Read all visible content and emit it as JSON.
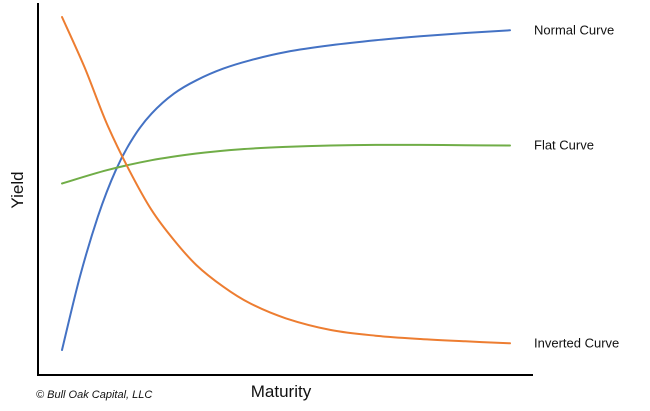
{
  "chart_data": {
    "type": "line",
    "xlabel": "Maturity",
    "ylabel": "Yield",
    "xlim": [
      0,
      100
    ],
    "ylim": [
      0,
      100
    ],
    "grid": false,
    "legend": "direct labels at line ends",
    "axis_tick_labels": false,
    "series": [
      {
        "name": "Normal Curve",
        "color": "#4472C4",
        "x": [
          0,
          4,
          8,
          12,
          16,
          20,
          25,
          30,
          36,
          42,
          50,
          60,
          70,
          80,
          90,
          100
        ],
        "y": [
          0,
          22,
          40,
          54,
          64,
          71,
          77,
          81,
          84.5,
          87,
          89.5,
          91.5,
          93,
          94.2,
          95.2,
          96
        ]
      },
      {
        "name": "Flat Curve",
        "color": "#70AD47",
        "x": [
          0,
          10,
          20,
          30,
          40,
          50,
          60,
          70,
          80,
          90,
          100
        ],
        "y": [
          50,
          54,
          57,
          59,
          60.3,
          61,
          61.4,
          61.6,
          61.6,
          61.5,
          61.4
        ]
      },
      {
        "name": "Inverted Curve",
        "color": "#ED7D31",
        "x": [
          0,
          5,
          10,
          15,
          20,
          25,
          30,
          36,
          42,
          50,
          60,
          70,
          80,
          90,
          100
        ],
        "y": [
          100,
          85,
          68,
          54,
          42,
          33,
          25.5,
          19,
          14,
          9.5,
          6,
          4.3,
          3.3,
          2.6,
          2
        ]
      }
    ]
  },
  "footer": {
    "copyright": "© Bull Oak Capital, LLC"
  }
}
